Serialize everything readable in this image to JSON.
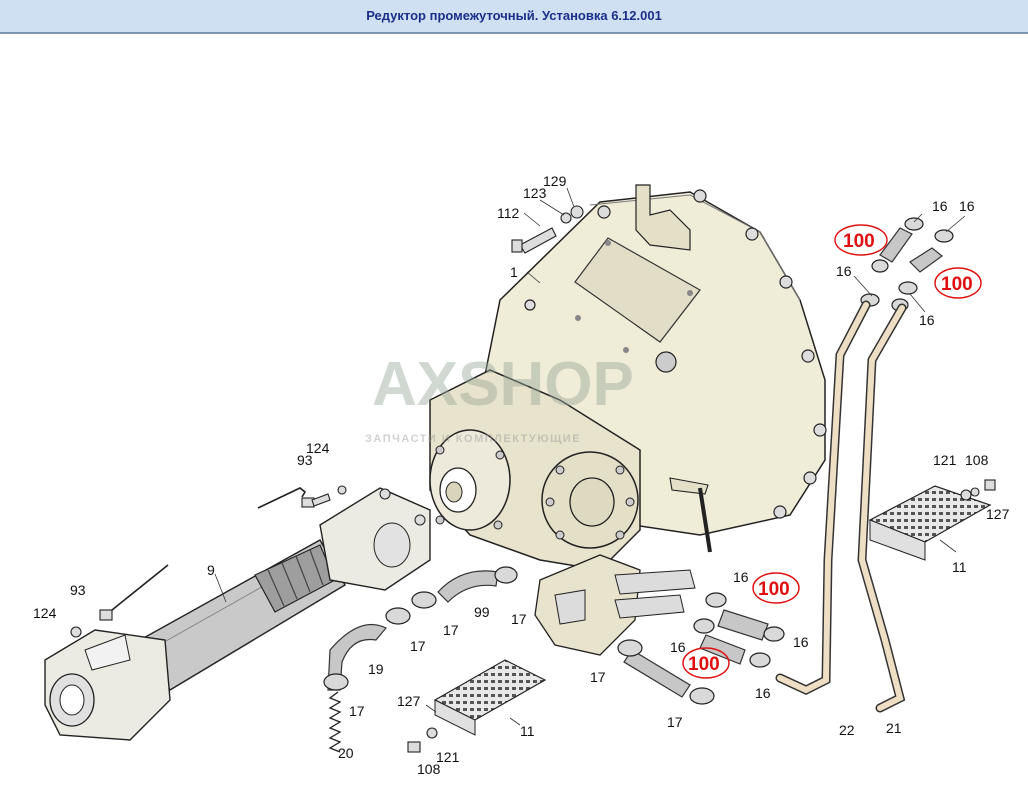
{
  "window": {
    "title": "Редуктор промежуточный. Установка 6.12.001"
  },
  "watermark": {
    "brand": "AXSHOP",
    "tagline": "ЗАПЧАСТИ И КОМПЛЕКТУЮЩИЕ"
  },
  "colors": {
    "housing": "#efecd8",
    "hose": "#c7c7c7",
    "pipe": "#eedfc4",
    "highlight": "#e01010",
    "title": "#1a2f8a"
  },
  "labels": {
    "l1": "1",
    "l9": "9",
    "l11a": "11",
    "l11b": "11",
    "l16a": "16",
    "l16b": "16",
    "l16c": "16",
    "l16d": "16",
    "l16e": "16",
    "l16f": "16",
    "l16g": "16",
    "l16h": "16",
    "l17a": "17",
    "l17b": "17",
    "l17c": "17",
    "l17d": "17",
    "l17e": "17",
    "l17f": "17",
    "l19": "19",
    "l20": "20",
    "l21": "21",
    "l22": "22",
    "l93a": "93",
    "l93b": "93",
    "l99": "99",
    "l100a": "100",
    "l100b": "100",
    "l100c": "100",
    "l100d": "100",
    "l108a": "108",
    "l108b": "108",
    "l112": "112",
    "l121a": "121",
    "l121b": "121",
    "l123": "123",
    "l124a": "124",
    "l124b": "124",
    "l127a": "127",
    "l127b": "127",
    "l129": "129"
  }
}
